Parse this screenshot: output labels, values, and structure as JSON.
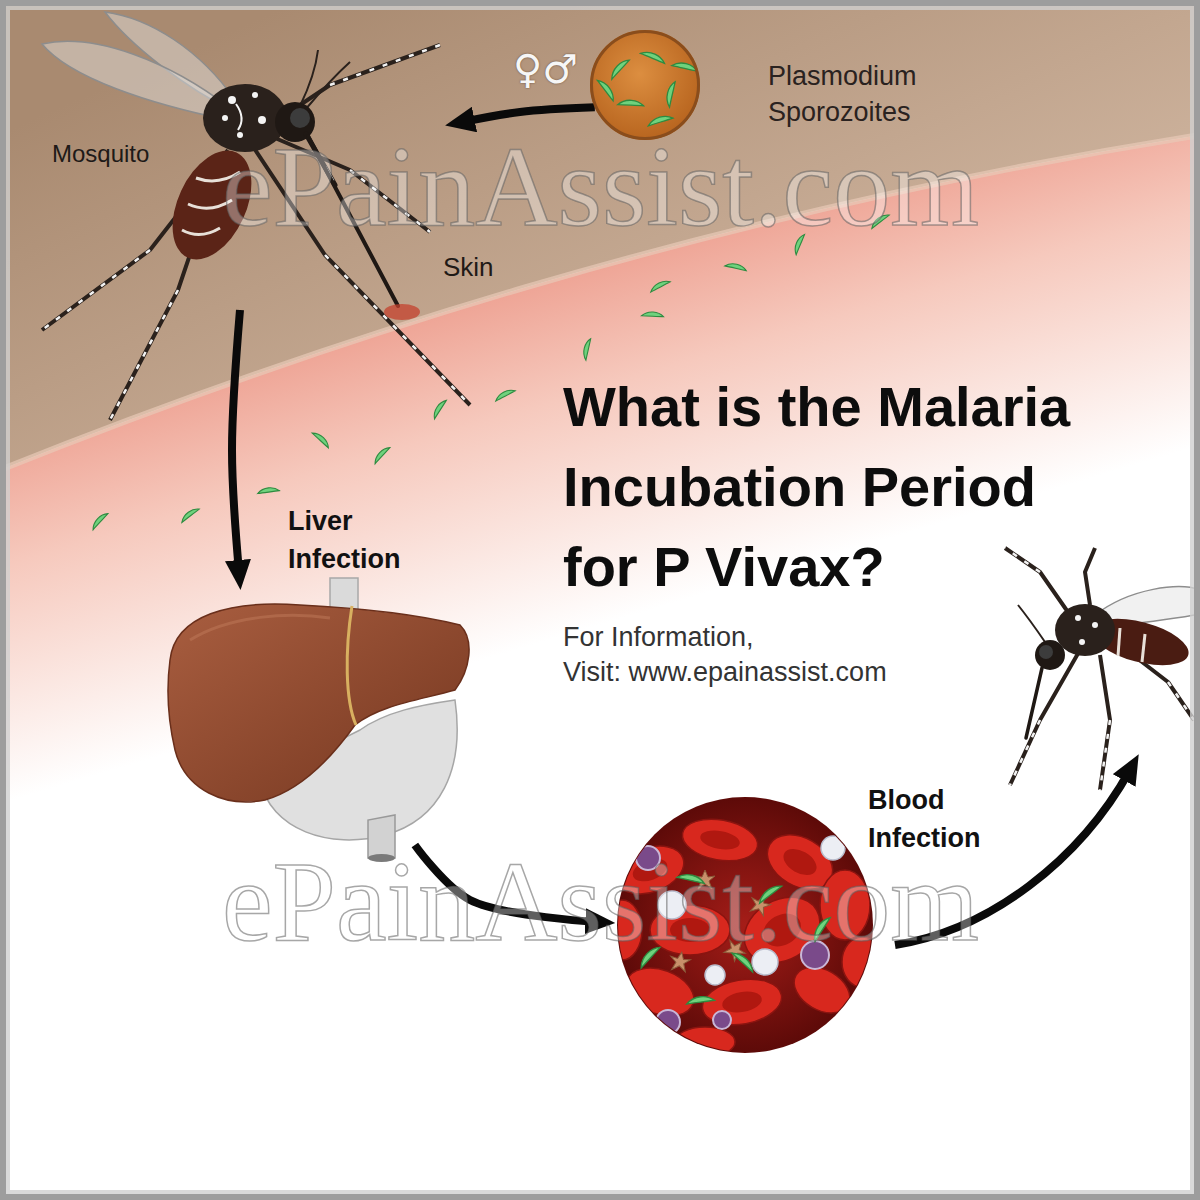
{
  "diagram": {
    "title": "What is the Malaria Incubation Period for P Vivax?",
    "nodes": [
      {
        "text": [
          "♀♂",
          "Plasmodium Sporozoites"
        ]
      },
      {
        "text": [
          "Mosquito"
        ]
      },
      {
        "text": [
          "Liver Infection"
        ]
      },
      {
        "text": [
          "Blood Infection"
        ]
      }
    ],
    "edges": [
      {
        "from": 0,
        "to": 1,
        "arrow": "to"
      },
      {
        "from": 1,
        "to": 2,
        "arrow": "to"
      },
      {
        "from": 2,
        "to": 3,
        "arrow": "to"
      }
    ],
    "labels": [
      "Skin",
      "For Information,",
      "Visit: www.epainassist.com",
      "ePainAssist.com",
      "ePainAssist.com"
    ]
  }
}
